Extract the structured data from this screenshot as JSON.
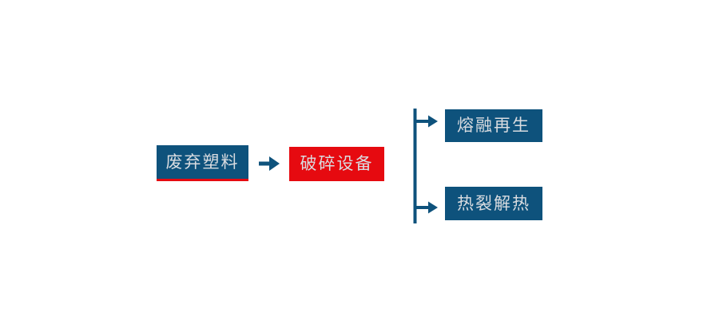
{
  "diagram": {
    "title": "waste-plastic-recycling-flow",
    "colors": {
      "primary_blue": "#0E527C",
      "accent_red": "#E60A10",
      "label_text": "#D9DCE0",
      "canvas_bg": "#FFFFFF"
    },
    "nodes": [
      {
        "id": "waste-plastic",
        "label": "废弃塑料",
        "style": "blue-box-red-underline"
      },
      {
        "id": "crushing-equipment",
        "label": "破碎设备",
        "style": "red-box"
      },
      {
        "id": "melt-regeneration",
        "label": "熔融再生",
        "style": "blue-box"
      },
      {
        "id": "pyrolysis-heat",
        "label": "热裂解热",
        "style": "blue-box"
      }
    ],
    "connectors": [
      {
        "id": "main-arrow",
        "type": "arrow-right",
        "from": "waste-plastic",
        "to": "crushing-equipment"
      },
      {
        "id": "branch-connector",
        "type": "bracket-two-arrows",
        "to": [
          "melt-regeneration",
          "pyrolysis-heat"
        ]
      }
    ]
  }
}
